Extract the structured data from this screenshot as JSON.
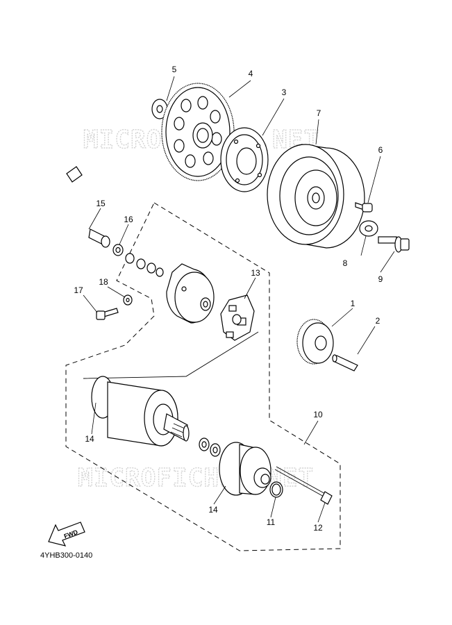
{
  "diagram": {
    "watermark_top": "MICROFICHES.NET",
    "watermark_bottom": "MICROFICHES.NET",
    "fwd_label": "FWD",
    "drawing_code": "4YHB300-0140",
    "callouts": {
      "c1": "1",
      "c2": "2",
      "c3": "3",
      "c4": "4",
      "c5": "5",
      "c6": "6",
      "c7": "7",
      "c8": "8",
      "c9": "9",
      "c10": "10",
      "c11": "11",
      "c12": "12",
      "c13": "13",
      "c14a": "14",
      "c14b": "14",
      "c15": "15",
      "c16": "16",
      "c17": "17",
      "c18": "18"
    }
  }
}
